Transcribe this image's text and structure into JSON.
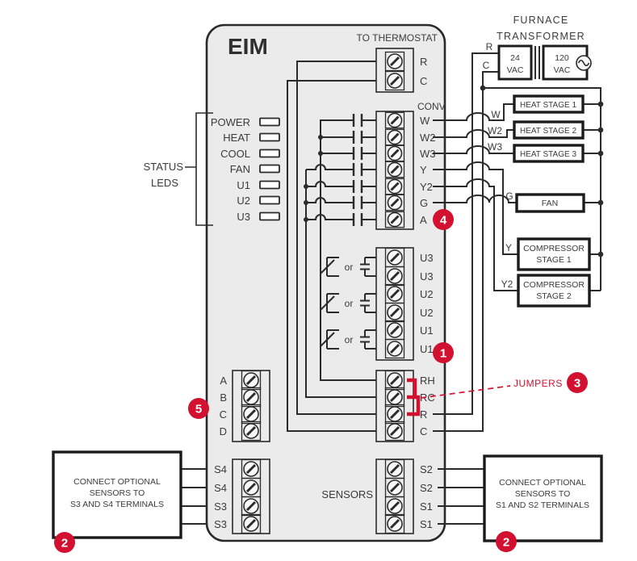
{
  "colors": {
    "callout_red": "#d21030",
    "line": "#2b2b2b",
    "eim_fill": "#ebebeb"
  },
  "eim": {
    "title": "EIM",
    "to_thermostat": "TO THERMOSTAT",
    "thermostat_terminals": [
      "R",
      "C"
    ],
    "status": {
      "line1": "STATUS",
      "line2": "LEDS",
      "leds": [
        "POWER",
        "HEAT",
        "COOL",
        "FAN",
        "U1",
        "U2",
        "U3"
      ]
    },
    "conv_heading": "CONV",
    "conv_terminals": [
      "W",
      "W2",
      "W3",
      "Y",
      "Y2",
      "G",
      "A"
    ],
    "u_terminals": [
      "U3",
      "U3",
      "U2",
      "U2",
      "U1",
      "U1"
    ],
    "or_label": "or",
    "power_terminals": [
      "RH",
      "RC",
      "R",
      "C"
    ],
    "abcd_terminals": [
      "A",
      "B",
      "C",
      "D"
    ],
    "sensors_label": "SENSORS",
    "s_left_terminals": [
      "S4",
      "S4",
      "S3",
      "S3"
    ],
    "s_right_terminals": [
      "S2",
      "S2",
      "S1",
      "S1"
    ]
  },
  "transformer": {
    "title1": "FURNACE",
    "title2": "TRANSFORMER",
    "r": "R",
    "c": "C",
    "primary": [
      "24",
      "VAC"
    ],
    "secondary": [
      "120",
      "VAC"
    ]
  },
  "loads": {
    "heat1": "HEAT STAGE 1",
    "heat2": "HEAT STAGE 2",
    "heat3": "HEAT STAGE 3",
    "fan": "FAN",
    "comp1": [
      "COMPRESSOR",
      "STAGE 1"
    ],
    "comp2": [
      "COMPRESSOR",
      "STAGE 2"
    ]
  },
  "wire_labels": {
    "w": "W",
    "w2": "W2",
    "w3": "W3",
    "y": "Y",
    "y2": "Y2",
    "g": "G"
  },
  "notes": {
    "left": [
      "CONNECT OPTIONAL",
      "SENSORS TO",
      "S3 AND S4 TERMINALS"
    ],
    "right": [
      "CONNECT OPTIONAL",
      "SENSORS TO",
      "S1 AND S2 TERMINALS"
    ]
  },
  "callouts": {
    "jumpers": "JUMPERS",
    "n1": "1",
    "n2": "2",
    "n3": "3",
    "n4": "4",
    "n5": "5"
  }
}
